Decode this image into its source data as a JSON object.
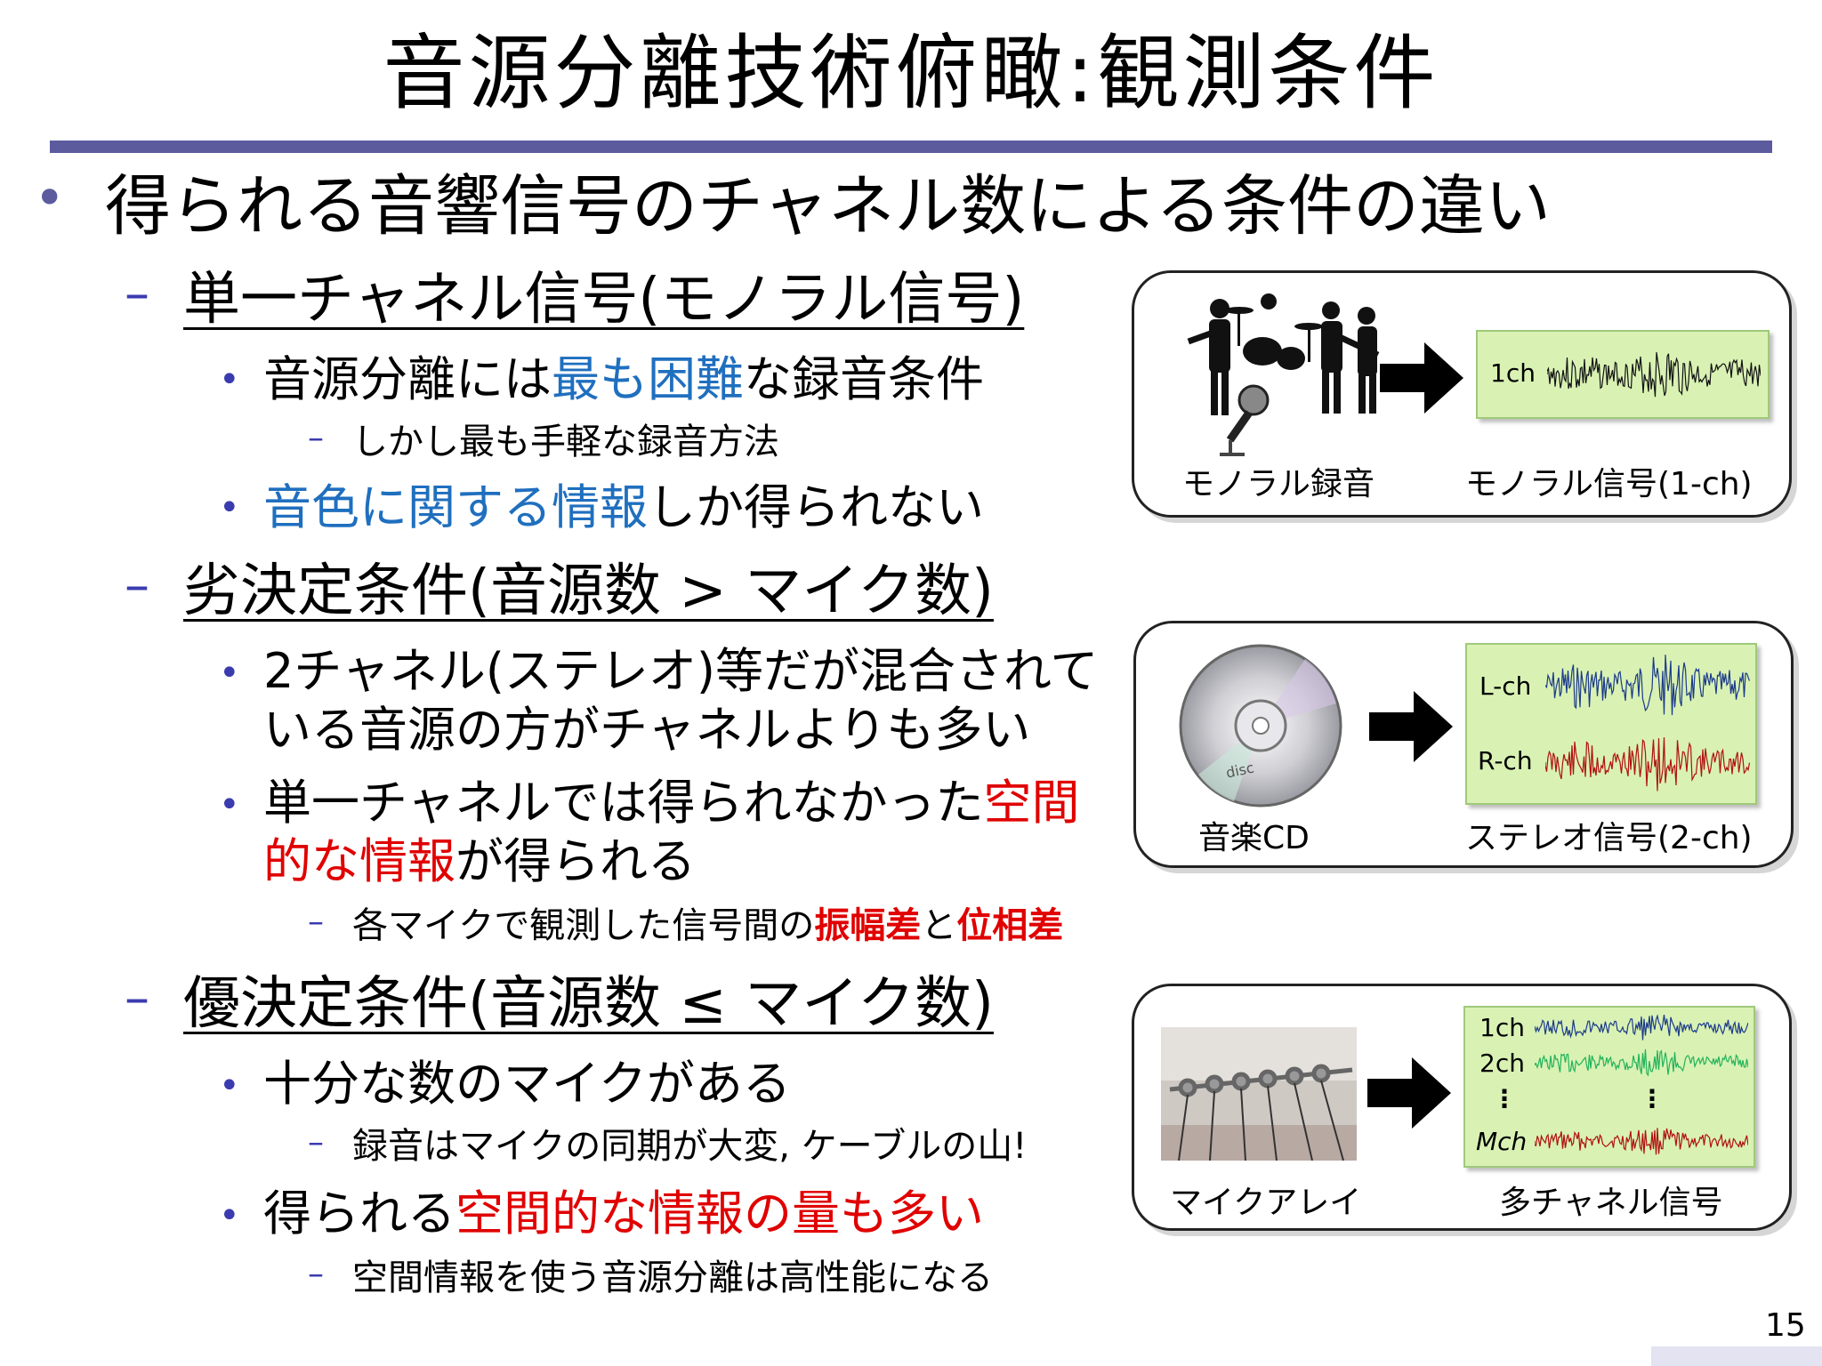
{
  "title": "音源分離技術俯瞰:観測条件",
  "main_bullet": "得られる音響信号のチャネル数による条件の違い",
  "section1": {
    "heading": "単一チャネル信号(モノラル信号)",
    "b1_pre": "音源分離には",
    "b1_hl": "最も困難",
    "b1_post": "な録音条件",
    "b1_sub": "しかし最も手軽な録音方法",
    "b2_hl": "音色に関する情報",
    "b2_post": "しか得られない"
  },
  "section2": {
    "heading": "劣決定条件(音源数 > マイク数)",
    "b1_line1": "2チャネル(ステレオ)等だが混合されて",
    "b1_line2": "いる音源の方がチャネルよりも多い",
    "b2_pre": "単一チャネルでは得られなかった",
    "b2_hl1": "空間",
    "b2_hl2": "的な情報",
    "b2_post": "が得られる",
    "sub_pre": "各マイクで観測した信号間の",
    "sub_hl1": "振幅差",
    "sub_mid": "と",
    "sub_hl2": "位相差"
  },
  "section3": {
    "heading": "優決定条件(音源数 ≤ マイク数)",
    "b1": "十分な数のマイクがある",
    "b1_sub": "録音はマイクの同期が大変, ケーブルの山!",
    "b2_pre": "得られる",
    "b2_hl": "空間的な情報の量も多い",
    "b2_sub": "空間情報を使う音源分離は高性能になる"
  },
  "panels": {
    "mono": {
      "left_caption": "モノラル録音",
      "right_caption": "モノラル信号(1-ch)",
      "ch_label": "1ch"
    },
    "stereo": {
      "left_caption": "音楽CD",
      "right_caption": "ステレオ信号(2-ch)",
      "l_label": "L-ch",
      "r_label": "R-ch",
      "cd_text": "disc"
    },
    "multi": {
      "left_caption": "マイクアレイ",
      "right_caption": "多チャネル信号",
      "labels": [
        "1ch",
        "2ch",
        "⋮",
        "Mch"
      ],
      "dots": "⋮"
    }
  },
  "colors": {
    "rule": "#5b5b9e",
    "blue_text": "#1f6fbf",
    "red_text": "#e00000",
    "wave_bg": "#d9f2b4",
    "wave_black": "#111111",
    "wave_navy": "#1b3a8a",
    "wave_red": "#b01010",
    "wave_green": "#22b35a"
  },
  "page_number": "15"
}
